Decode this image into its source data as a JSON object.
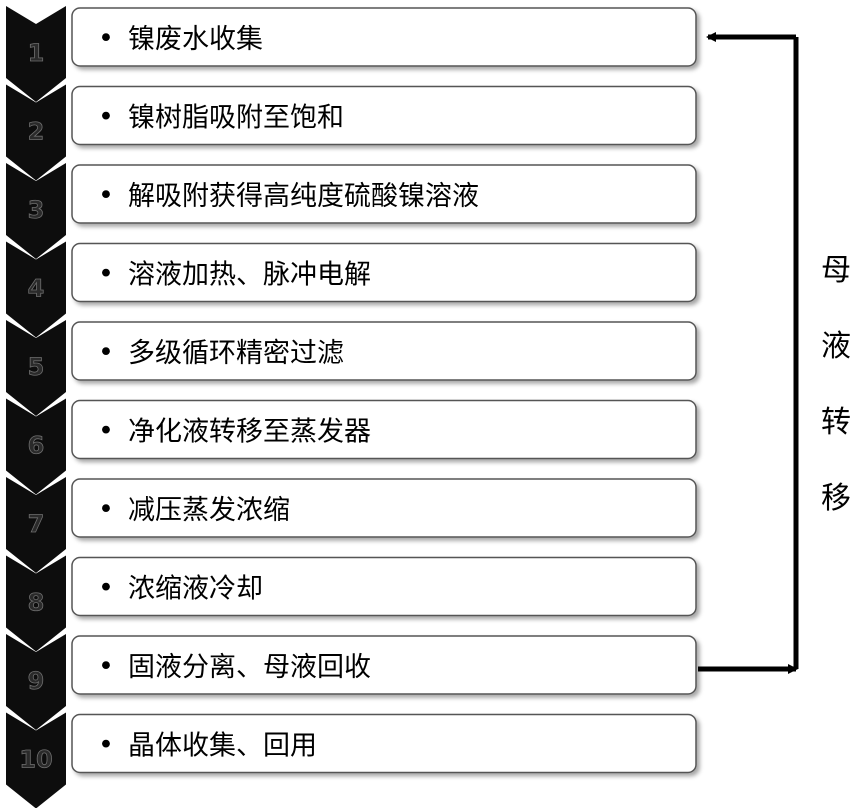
{
  "steps": [
    {
      "number": "1",
      "text": "镍废水收集"
    },
    {
      "number": "2",
      "text": "镍树脂吸附至饱和"
    },
    {
      "number": "3",
      "text": "解吸附获得高纯度硫酸镍溶液"
    },
    {
      "number": "4",
      "text": "溶液加热、脉冲电解"
    },
    {
      "number": "5",
      "text": "多级循环精密过滤"
    },
    {
      "number": "6",
      "text": "净化液转移至蒸发器"
    },
    {
      "number": "7",
      "text": "减压蒸发浓缩"
    },
    {
      "number": "8",
      "text": "浓缩液冷却"
    },
    {
      "number": "9",
      "text": "固液分离、母液回收"
    },
    {
      "number": "10",
      "text": "晶体收集、回用"
    }
  ],
  "bullet": "•",
  "side_label": [
    "母",
    "液",
    "转",
    "移"
  ],
  "colors": {
    "chevron": "#0d0d0d",
    "box_border": "#555555",
    "arrow": "#000000"
  }
}
